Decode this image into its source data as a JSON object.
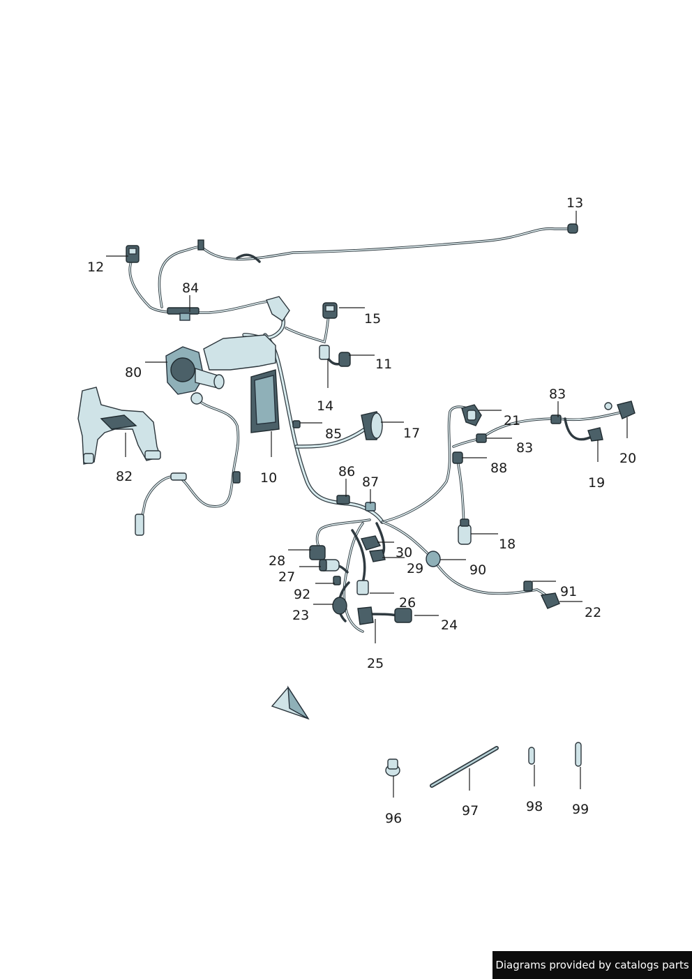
{
  "callouts": [
    {
      "id": "13",
      "label": "13"
    },
    {
      "id": "12",
      "label": "12"
    },
    {
      "id": "84",
      "label": "84"
    },
    {
      "id": "15",
      "label": "15"
    },
    {
      "id": "11",
      "label": "11"
    },
    {
      "id": "80",
      "label": "80"
    },
    {
      "id": "14",
      "label": "14"
    },
    {
      "id": "85",
      "label": "85"
    },
    {
      "id": "17",
      "label": "17"
    },
    {
      "id": "83a",
      "label": "83"
    },
    {
      "id": "21",
      "label": "21"
    },
    {
      "id": "83b",
      "label": "83"
    },
    {
      "id": "20",
      "label": "20"
    },
    {
      "id": "19",
      "label": "19"
    },
    {
      "id": "82",
      "label": "82"
    },
    {
      "id": "10",
      "label": "10"
    },
    {
      "id": "86",
      "label": "86"
    },
    {
      "id": "87",
      "label": "87"
    },
    {
      "id": "88",
      "label": "88"
    },
    {
      "id": "18",
      "label": "18"
    },
    {
      "id": "28",
      "label": "28"
    },
    {
      "id": "30",
      "label": "30"
    },
    {
      "id": "29",
      "label": "29"
    },
    {
      "id": "90",
      "label": "90"
    },
    {
      "id": "27",
      "label": "27"
    },
    {
      "id": "92",
      "label": "92"
    },
    {
      "id": "26",
      "label": "26"
    },
    {
      "id": "91",
      "label": "91"
    },
    {
      "id": "23",
      "label": "23"
    },
    {
      "id": "22",
      "label": "22"
    },
    {
      "id": "24",
      "label": "24"
    },
    {
      "id": "25",
      "label": "25"
    },
    {
      "id": "96",
      "label": "96"
    },
    {
      "id": "97",
      "label": "97"
    },
    {
      "id": "98",
      "label": "98"
    },
    {
      "id": "99",
      "label": "99"
    }
  ],
  "credit": "Diagrams provided by catalogs parts",
  "colors": {
    "part_fill": "#cfe3e7",
    "part_dark": "#4b6068",
    "outline": "#2a343a",
    "text": "#1a1a1a",
    "credit_bg": "#0d0d0d"
  }
}
